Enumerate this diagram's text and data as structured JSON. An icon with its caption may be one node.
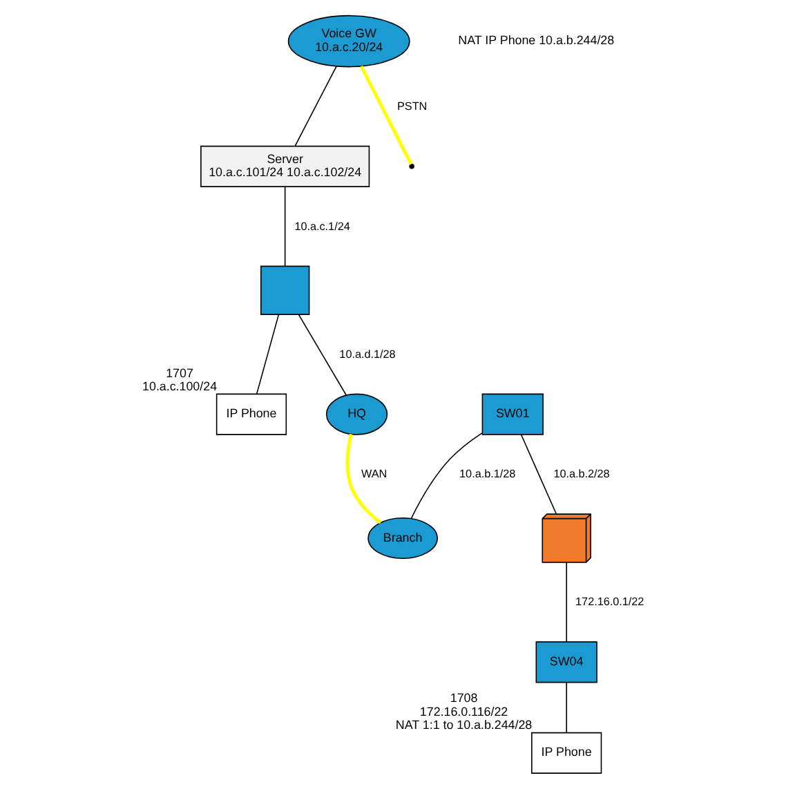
{
  "diagram": {
    "nodes": [
      {
        "text": [
          "Voice GW",
          "10.a.c.20/24"
        ]
      },
      {
        "text": [
          "Server",
          "10.a.c.101/24 10.a.c.102/24"
        ]
      },
      {
        "text": [],
        "shape": "box"
      },
      {
        "text": [
          "IP Phone"
        ],
        "beside": [
          "1707",
          "10.a.c.100/24"
        ]
      },
      {
        "text": [
          "HQ"
        ]
      },
      {
        "text": [
          "Branch"
        ]
      },
      {
        "text": [
          "SW01"
        ]
      },
      {
        "text": [],
        "shape": "firewall"
      },
      {
        "text": [
          "SW04"
        ]
      },
      {
        "text": [
          "IP Phone"
        ],
        "beside": [
          "1708",
          "172.16.0.116/22",
          "NAT 1:1 to 10.a.b.244/28"
        ]
      }
    ],
    "edges": [
      {
        "from": 0,
        "to": null,
        "arrow": "none",
        "label": "PSTN",
        "style": "thick",
        "color": "#ffff00"
      },
      {
        "from": 0,
        "to": 1,
        "arrow": "none"
      },
      {
        "from": 1,
        "to": 2,
        "arrow": "none",
        "label": "10.a.c.1/24"
      },
      {
        "from": 2,
        "to": 3,
        "arrow": "none"
      },
      {
        "from": 2,
        "to": 4,
        "arrow": "none",
        "label": "10.a.d.1/28"
      },
      {
        "from": 4,
        "to": 5,
        "arrow": "none",
        "label": "WAN",
        "style": "thick",
        "color": "#ffff00"
      },
      {
        "from": 6,
        "to": 5,
        "arrow": "none",
        "label": "10.a.b.1/28"
      },
      {
        "from": 6,
        "to": 7,
        "arrow": "none",
        "label": "10.a.b.2/28"
      },
      {
        "from": 7,
        "to": 8,
        "arrow": "none",
        "label": "172.16.0.1/22"
      },
      {
        "from": 8,
        "to": 9,
        "arrow": "none"
      }
    ],
    "labels": [
      "NAT IP Phone 10.a.b.244/28"
    ]
  }
}
